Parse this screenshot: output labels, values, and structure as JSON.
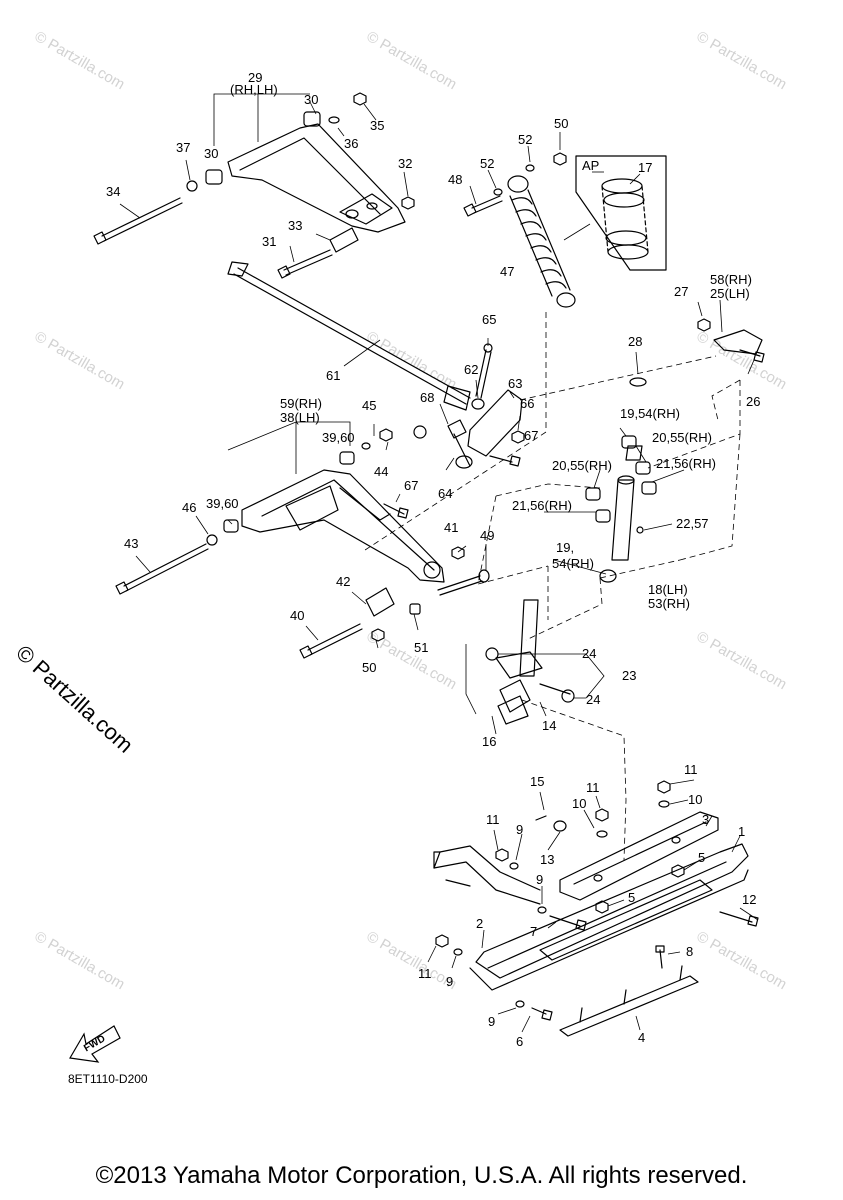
{
  "watermark_text": "© Partzilla.com",
  "side_watermark": "© Partzilla.com",
  "diagram_code": "8ET1110-D200",
  "fwd_label": "FWD",
  "ap_label": "AP",
  "copyright": "©2013 Yamaha Motor Corporation, U.S.A. All rights reserved.",
  "callouts": [
    "29",
    "(RH,LH)",
    "30",
    "35",
    "36",
    "30",
    "37",
    "32",
    "34",
    "33",
    "31",
    "52",
    "50",
    "52",
    "48",
    "17",
    "47",
    "27",
    "58(RH)",
    "25(LH)",
    "26",
    "65",
    "62",
    "63",
    "61",
    "66",
    "67",
    "28",
    "68",
    "59(RH)",
    "38(LH)",
    "45",
    "39,60",
    "44",
    "64",
    "67",
    "19,54(RH)",
    "20,55(RH)",
    "20,55(RH)",
    "21,56(RH)",
    "21,56(RH)",
    "22,57",
    "46",
    "39,60",
    "43",
    "41",
    "49",
    "19,",
    "54(RH)",
    "18(LH)",
    "53(RH)",
    "42",
    "40",
    "51",
    "50",
    "24",
    "23",
    "24",
    "14",
    "16",
    "15",
    "11",
    "10",
    "11",
    "10",
    "3",
    "11",
    "9",
    "13",
    "5",
    "1",
    "9",
    "5",
    "12",
    "2",
    "7",
    "8",
    "11",
    "9",
    "9",
    "6",
    "4"
  ]
}
